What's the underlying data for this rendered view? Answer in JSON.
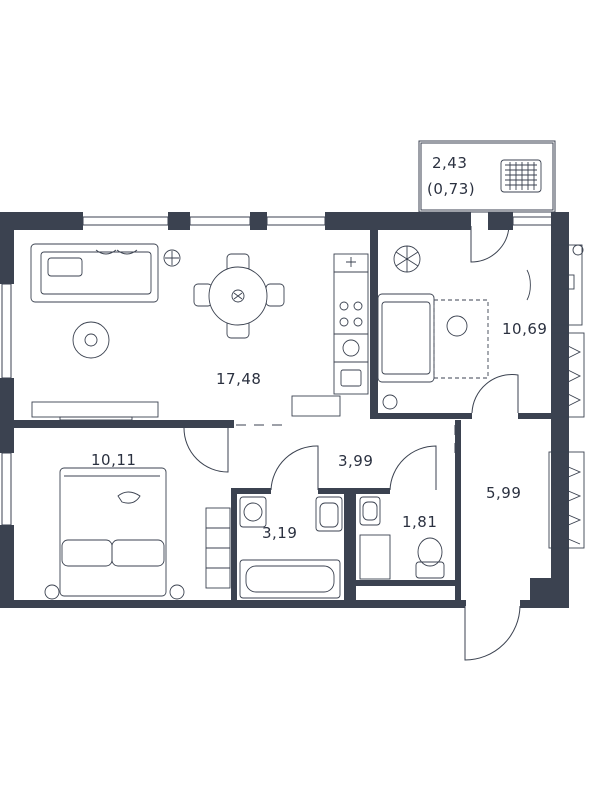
{
  "rooms": [
    {
      "id": "living-kitchen",
      "area": "17,48"
    },
    {
      "id": "bedroom-left",
      "area": "10,11"
    },
    {
      "id": "bedroom-right",
      "area": "10,69"
    },
    {
      "id": "corridor",
      "area": "3,99"
    },
    {
      "id": "bathroom",
      "area": "3,19"
    },
    {
      "id": "wc",
      "area": "1,81"
    },
    {
      "id": "hall",
      "area": "5,99"
    }
  ],
  "balcony": {
    "area": "2,43",
    "reduced_area": "(0,73)"
  },
  "colors": {
    "wall": "#3b4250",
    "line": "#3b4250",
    "background": "#ffffff"
  }
}
